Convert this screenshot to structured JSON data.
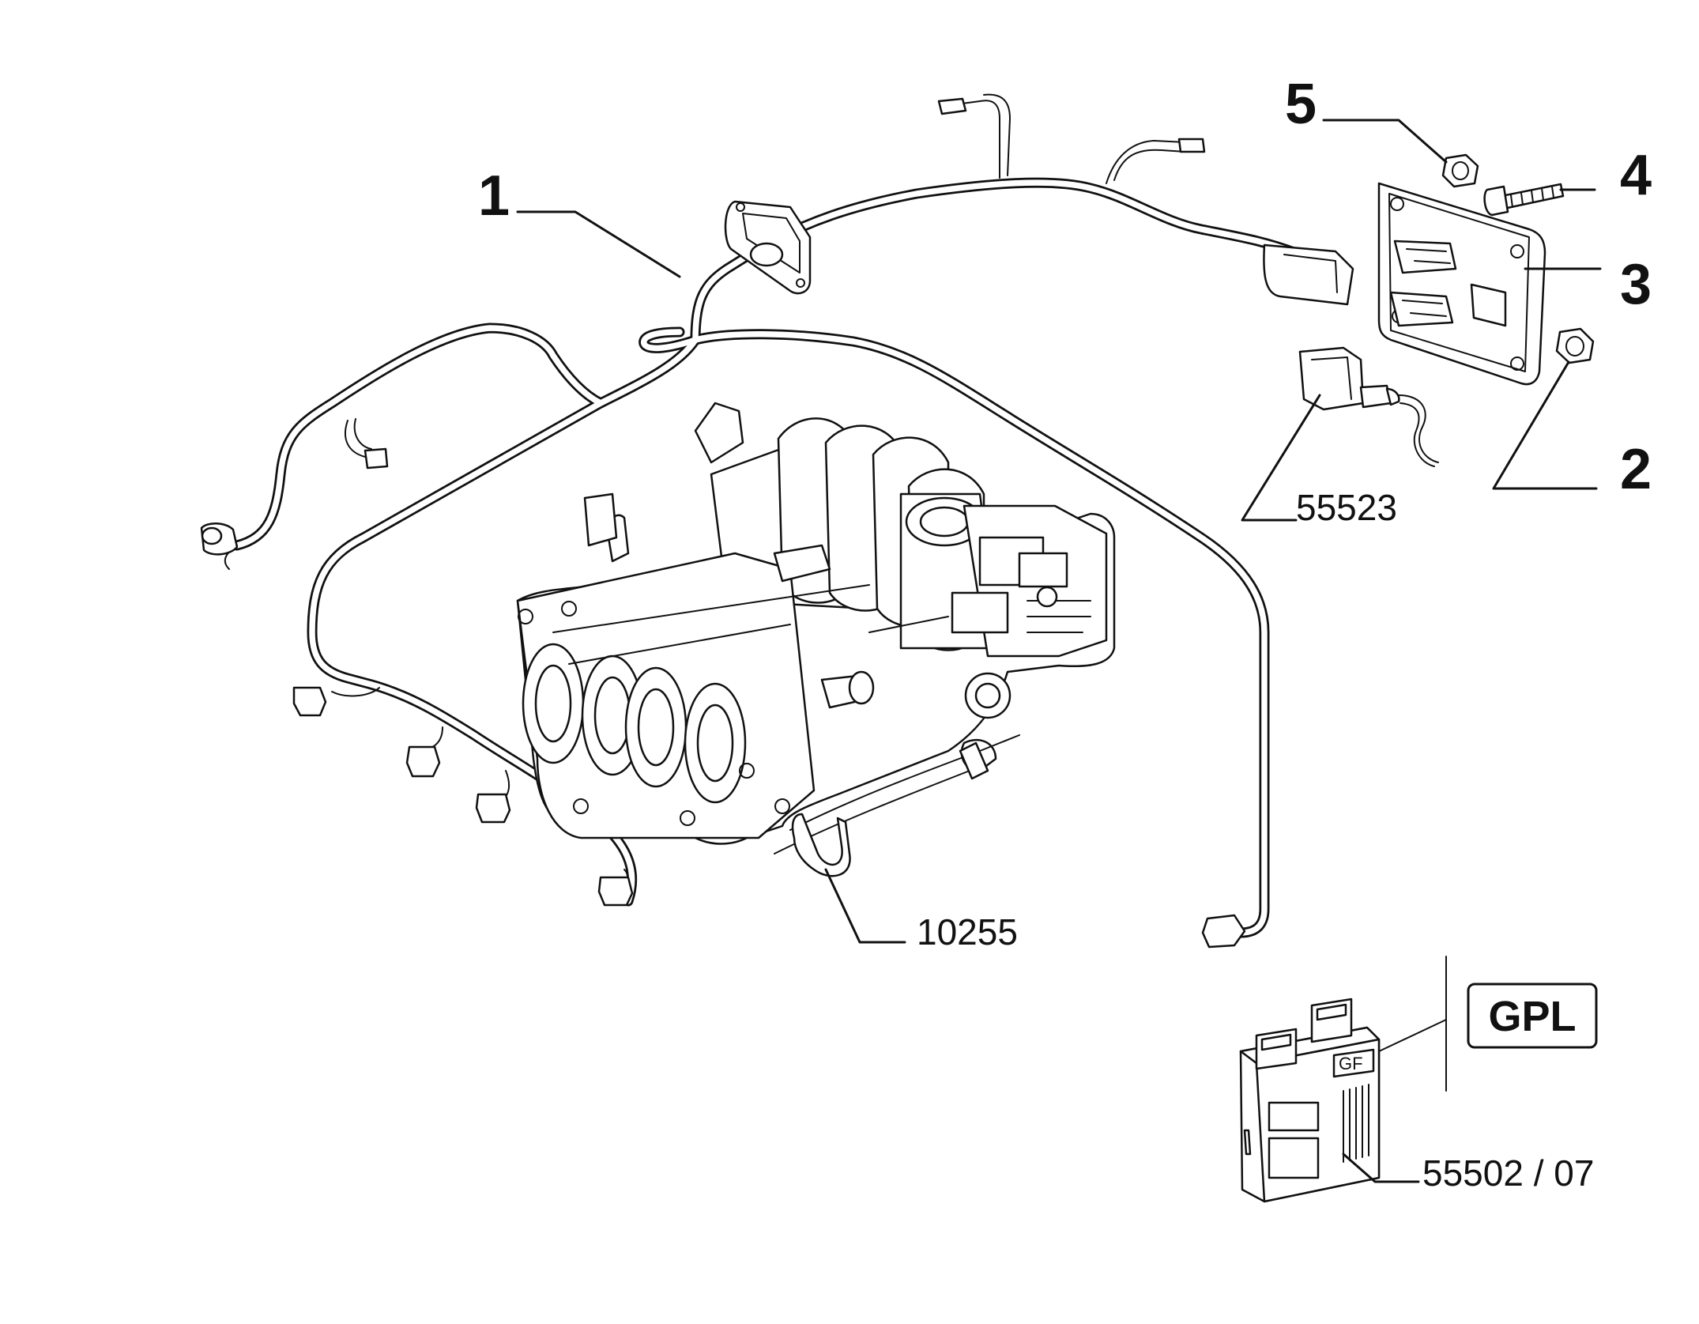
{
  "callouts": {
    "c1": "1",
    "c2": "2",
    "c3": "3",
    "c4": "4",
    "c5": "5"
  },
  "references": {
    "wiring_ref": "55523",
    "manifold_ref": "10255",
    "ecu_ref": "55502 / 07"
  },
  "badge": {
    "label": "GPL",
    "ecu_marking": "GF"
  }
}
